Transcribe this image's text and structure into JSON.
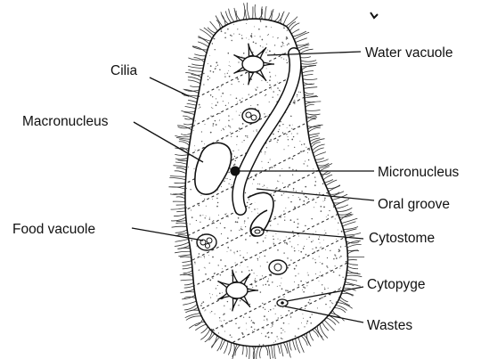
{
  "labels": {
    "water_vacuole": "Water vacuole",
    "cilia": "Cilia",
    "macronucleus": "Macronucleus",
    "micronucleus": "Micronucleus",
    "oral_groove": "Oral groove",
    "food_vacuole": "Food vacuole",
    "cytostome": "Cytostome",
    "cytopyge": "Cytopyge",
    "wastes": "Wastes"
  }
}
